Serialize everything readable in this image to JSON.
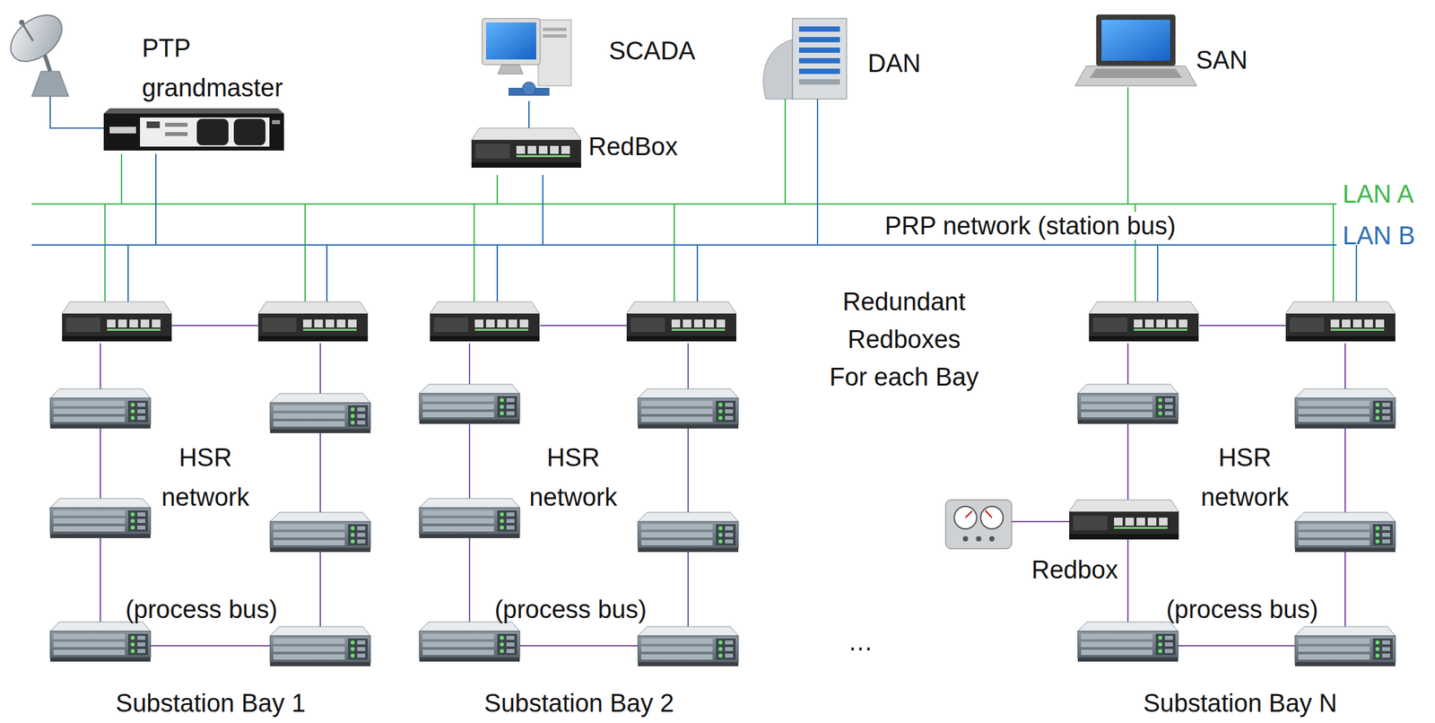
{
  "diagram": {
    "nodes": [
      {
        "text": [
          "PTP grandmaster"
        ]
      },
      {
        "text": [
          "SCADA"
        ]
      },
      {
        "text": [
          "RedBox"
        ]
      },
      {
        "text": [
          "DAN"
        ]
      },
      {
        "text": [
          "SAN"
        ]
      },
      {
        "text": [
          "Redbox"
        ]
      }
    ],
    "edges": [
      {
        "from": 1,
        "to": 2,
        "arrow": "none"
      }
    ],
    "labels": [
      "LAN A",
      "LAN B",
      "PRP network (station bus)",
      "Redundant Redboxes For each Bay",
      "HSR network",
      "HSR network",
      "HSR network",
      "(process bus)",
      "(process bus)",
      "(process bus)",
      "Substation Bay 1",
      "Substation Bay 2",
      "…",
      "Substation Bay N"
    ]
  }
}
